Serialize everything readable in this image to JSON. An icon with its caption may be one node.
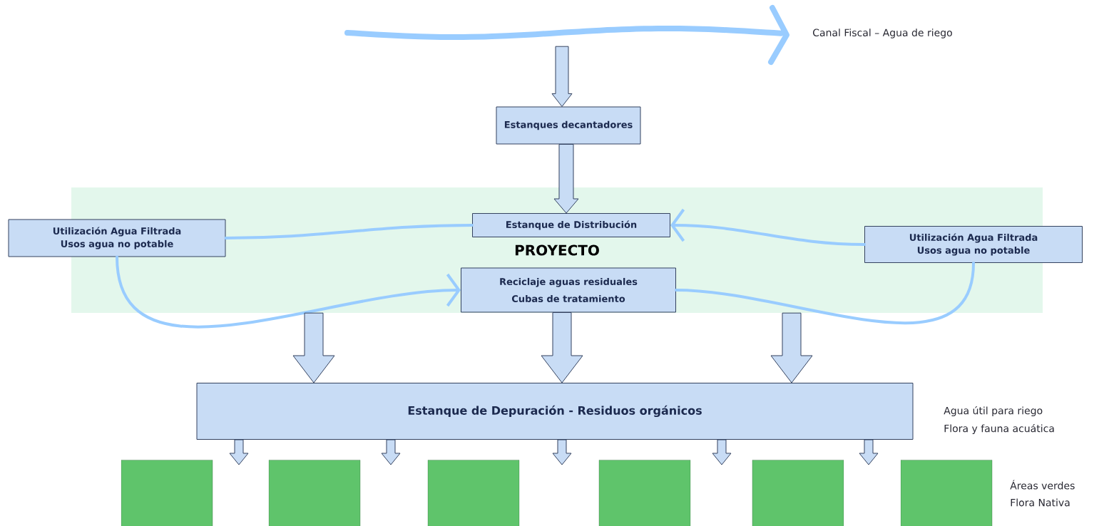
{
  "diagram": {
    "nodes": [
      {
        "text": [],
        "shape": "picture",
        "beside": [
          "Canal Fiscal – Agua de riego"
        ]
      },
      {
        "text": [
          "Estanques decantadores"
        ]
      },
      {
        "text": [
          "PROYECTO"
        ]
      },
      {
        "text": [
          "Estanque de Distribución"
        ],
        "in": 2
      },
      {
        "text": [
          "Reciclaje aguas residuales",
          "Cubas de tratamiento"
        ],
        "in": 2
      },
      {
        "text": [
          "Utilización Agua Filtrada",
          "Usos agua no potable"
        ]
      },
      {
        "text": [
          "Utilización Agua Filtrada",
          "Usos agua no potable"
        ]
      },
      {
        "text": [
          "Estanque de Depuración - Residuos orgánicos"
        ],
        "beside": [
          "Agua útil para riego",
          "Flora y fauna acuática"
        ]
      },
      {
        "text": [],
        "shape": "box"
      },
      {
        "text": [],
        "shape": "box"
      },
      {
        "text": [],
        "shape": "box"
      },
      {
        "text": [],
        "shape": "box"
      },
      {
        "text": [],
        "shape": "box"
      },
      {
        "text": [],
        "shape": "box",
        "beside": [
          "Áreas verdes",
          "Flora Nativa"
        ]
      }
    ],
    "edges": [
      {
        "from": 0,
        "to": 1,
        "arrow": "to"
      },
      {
        "from": 1,
        "to": 3,
        "arrow": "to"
      },
      {
        "from": 3,
        "to": 5,
        "arrow": "none",
        "color": "#99ccff"
      },
      {
        "from": 5,
        "to": 4,
        "arrow": "to",
        "color": "#99ccff"
      },
      {
        "from": 4,
        "to": 6,
        "arrow": "none",
        "color": "#99ccff"
      },
      {
        "from": 6,
        "to": 3,
        "arrow": "to",
        "color": "#99ccff"
      },
      {
        "from": 2,
        "to": 7,
        "arrow": "to"
      },
      {
        "from": 4,
        "to": 7,
        "arrow": "to"
      },
      {
        "from": 2,
        "to": 7,
        "arrow": "to"
      },
      {
        "from": 7,
        "to": null,
        "arrow": "to"
      },
      {
        "from": 7,
        "to": null,
        "arrow": "to"
      },
      {
        "from": 7,
        "to": null,
        "arrow": "to"
      },
      {
        "from": 7,
        "to": null,
        "arrow": "to"
      },
      {
        "from": 7,
        "to": null,
        "arrow": "to"
      }
    ]
  }
}
